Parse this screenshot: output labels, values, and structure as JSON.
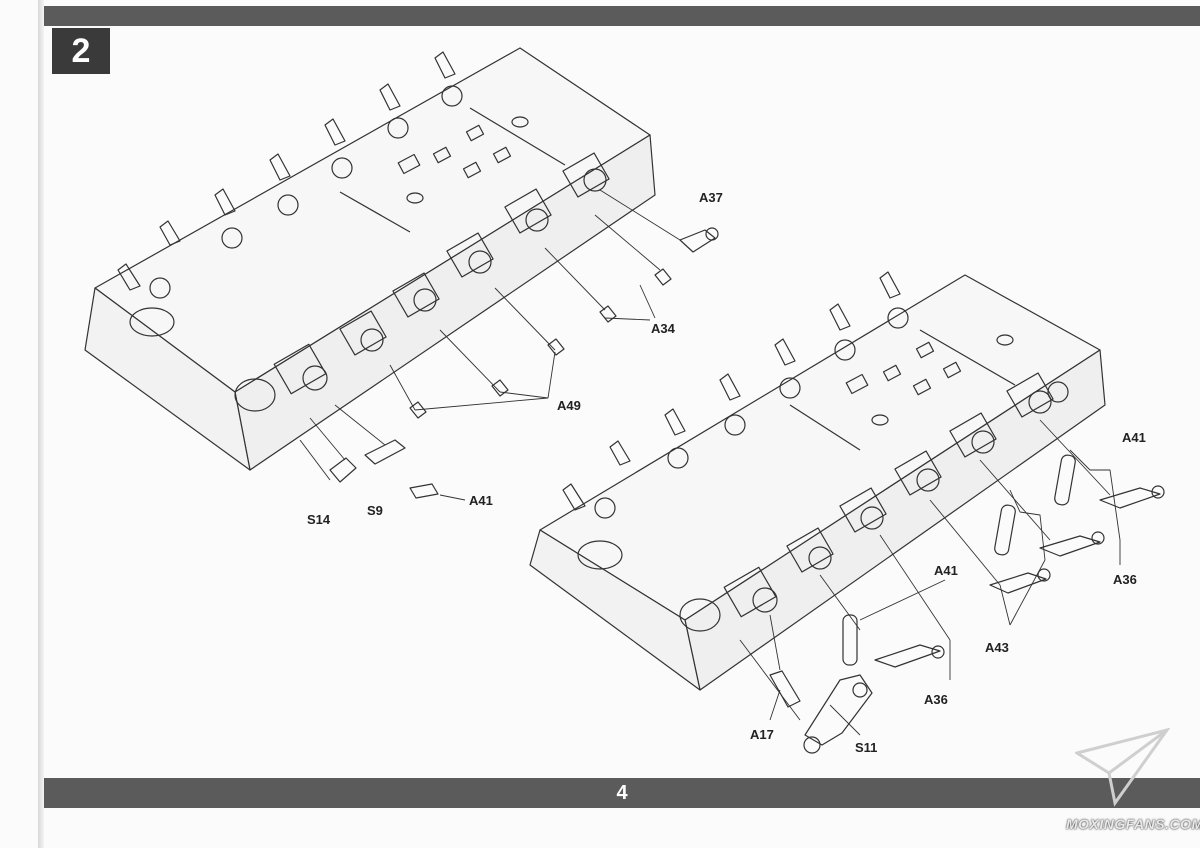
{
  "step_number": "2",
  "page_number": "4",
  "callouts": {
    "left": {
      "a37": "A37",
      "a34": "A34",
      "a49": "A49",
      "a41": "A41",
      "s14": "S14",
      "s9": "S9"
    },
    "right": {
      "a41_top": "A41",
      "a36_right": "A36",
      "a41_mid": "A41",
      "a43": "A43",
      "a36_bottom": "A36",
      "a17": "A17",
      "s11": "S11"
    }
  },
  "watermark": "MOXINGFANS.COM",
  "colors": {
    "header_bar": "#5b5b5b",
    "step_box": "#3a3a3a",
    "line_art": "#333333"
  }
}
